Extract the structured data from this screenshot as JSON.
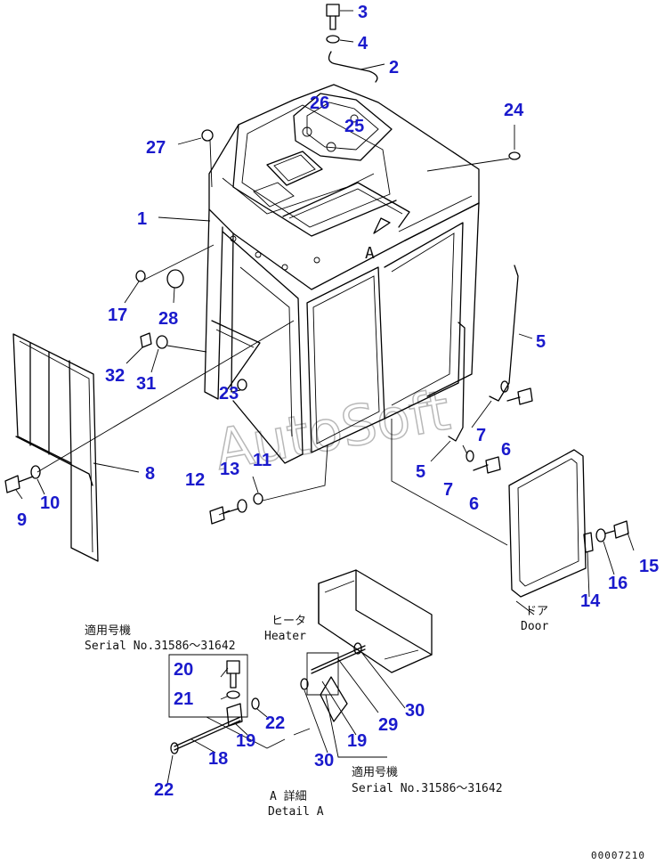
{
  "watermark": "AutoSoft",
  "drawing_code": "00007210",
  "callouts": [
    "3",
    "4",
    "2",
    "24",
    "26",
    "25",
    "27",
    "1",
    "5",
    "17",
    "28",
    "32",
    "31",
    "23",
    "7",
    "6",
    "5",
    "7",
    "6",
    "8",
    "12",
    "13",
    "11",
    "9",
    "10",
    "15",
    "16",
    "14",
    "20",
    "21",
    "22",
    "19",
    "18",
    "22",
    "29",
    "30",
    "19",
    "30"
  ],
  "notes": {
    "heater_jp": "ヒータ",
    "heater_en": "Heater",
    "door_jp": "ドア",
    "door_en": "Door",
    "applicable_jp_1": "適用号機",
    "serial_1": "Serial No.31586～31642",
    "applicable_jp_2": "適用号機",
    "serial_2": "Serial No.31586～31642",
    "detail_jp": "A 詳細",
    "detail_en": "Detail A",
    "view_marker": "A"
  }
}
